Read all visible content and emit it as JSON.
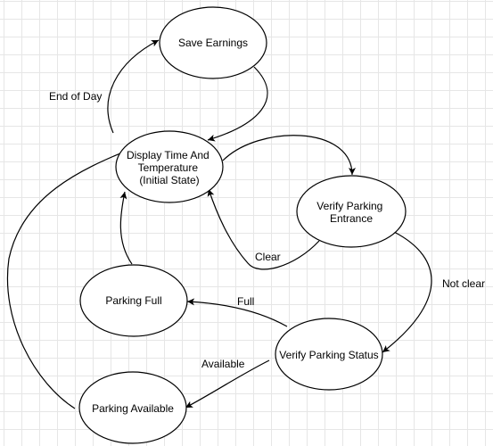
{
  "nodes": {
    "save_earnings": [
      "Save Earnings"
    ],
    "display_time": [
      "Display Time And",
      "Temperature",
      "(Initial State)"
    ],
    "verify_entrance": [
      "Verify Parking",
      "Entrance"
    ],
    "parking_full": [
      "Parking Full"
    ],
    "verify_status": [
      "Verify Parking Status"
    ],
    "parking_available": [
      "Parking Available"
    ]
  },
  "edges": {
    "end_of_day": "End of Day",
    "clear": "Clear",
    "not_clear": "Not clear",
    "full": "Full",
    "available": "Available"
  },
  "colors": {
    "stroke": "#000000",
    "fill": "#ffffff",
    "grid": "#e6e6e6"
  }
}
